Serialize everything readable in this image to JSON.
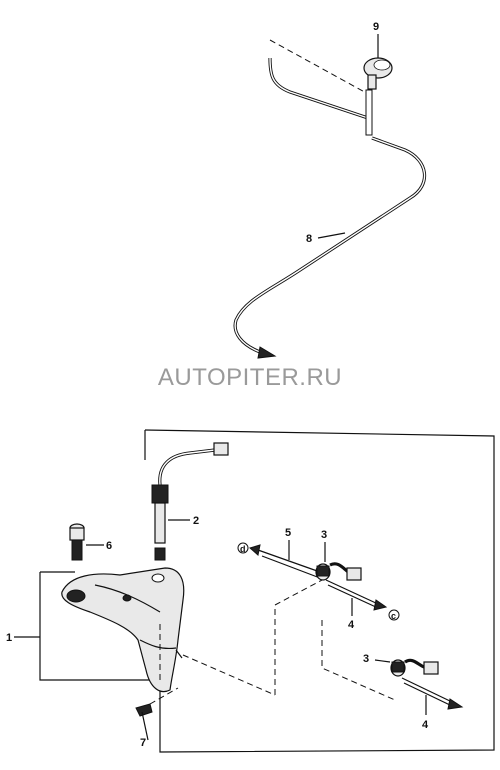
{
  "watermark": "AUTOPITER.RU",
  "callouts": {
    "c1": "1",
    "c2": "2",
    "c3a": "3",
    "c3b": "3",
    "c4a": "4",
    "c4b": "4",
    "c5": "5",
    "c6": "6",
    "c7": "7",
    "c8": "8",
    "c9": "9"
  },
  "connectors": {
    "d": "d",
    "c": "c"
  }
}
